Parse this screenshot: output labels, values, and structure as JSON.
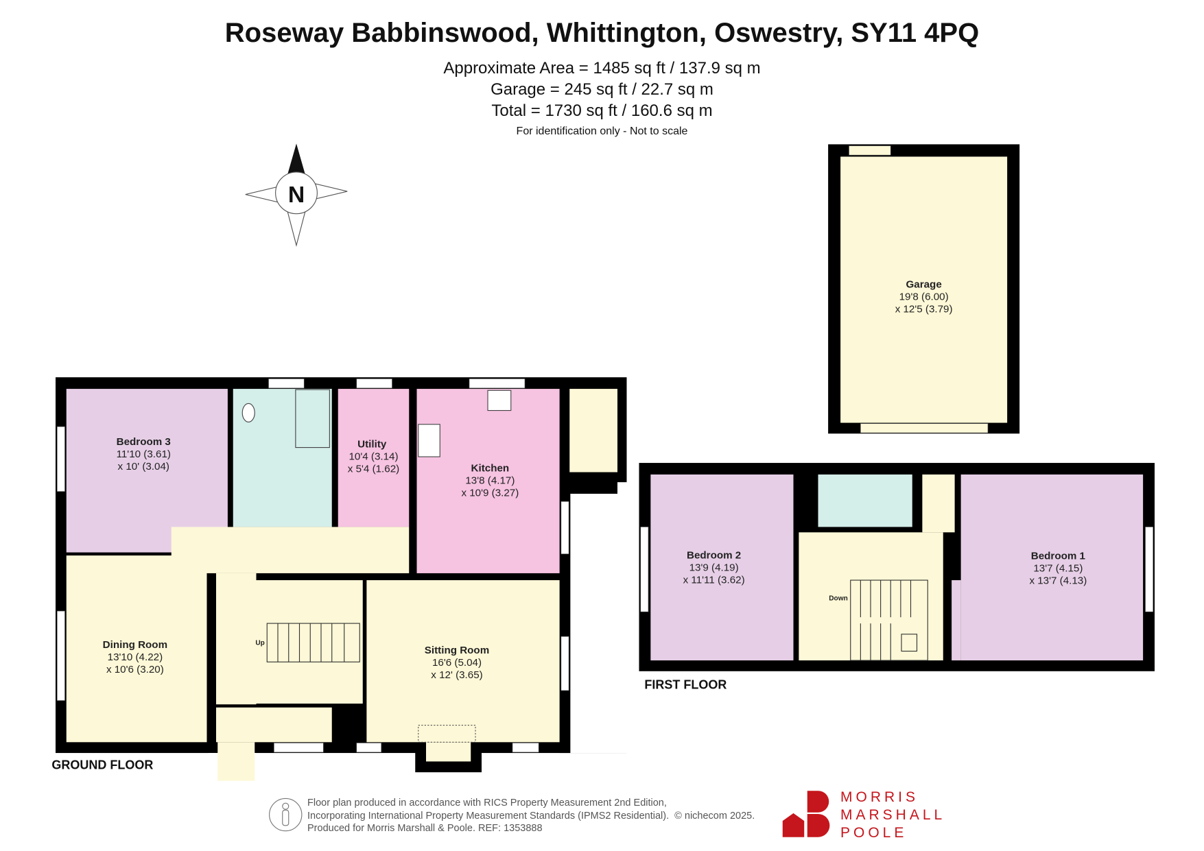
{
  "header": {
    "title": "Roseway Babbinswood, Whittington, Oswestry, SY11 4PQ",
    "area_approx": "Approximate Area = 1485 sq ft / 137.9 sq m",
    "area_garage": "Garage = 245 sq ft / 22.7 sq m",
    "area_total": "Total = 1730 sq ft / 160.6 sq m",
    "note": "For identification only - Not to scale"
  },
  "compass": {
    "label": "N"
  },
  "garage": {
    "name": "Garage",
    "dim1": "19'8 (6.00)",
    "dim2": "x 12'5 (3.79)"
  },
  "ground_floor": {
    "label": "GROUND FLOOR",
    "stairs_label": "Up",
    "rooms": [
      {
        "name": "Bedroom 3",
        "dim1": "11'10 (3.61)",
        "dim2": "x 10' (3.04)"
      },
      {
        "name": "Utility",
        "dim1": "10'4 (3.14)",
        "dim2": "x 5'4 (1.62)"
      },
      {
        "name": "Kitchen",
        "dim1": "13'8 (4.17)",
        "dim2": "x 10'9 (3.27)"
      },
      {
        "name": "Dining Room",
        "dim1": "13'10 (4.22)",
        "dim2": "x 10'6 (3.20)"
      },
      {
        "name": "Sitting Room",
        "dim1": "16'6 (5.04)",
        "dim2": "x 12' (3.65)"
      }
    ]
  },
  "first_floor": {
    "label": "FIRST FLOOR",
    "stairs_label": "Down",
    "rooms": [
      {
        "name": "Bedroom 2",
        "dim1": "13'9 (4.19)",
        "dim2": "x 11'11 (3.62)"
      },
      {
        "name": "Bedroom 1",
        "dim1": "13'7 (4.15)",
        "dim2": "x 13'7 (4.13)"
      }
    ]
  },
  "footer": {
    "line1": "Floor plan produced in accordance with RICS Property Measurement 2nd Edition,",
    "line2": "Incorporating International Property Measurement Standards (IPMS2 Residential).",
    "copyright": "© nichecom 2025.",
    "line3": "Produced for Morris Marshall & Poole.   REF: 1353888"
  },
  "logo": {
    "line1": "MORRIS",
    "line2": "MARSHALL",
    "line3": "POOLE"
  },
  "colors": {
    "bedroom": "#e6cfe6",
    "bath": "#d4eeea",
    "kitchen": "#f6c3e1",
    "cream": "#fdf8d7",
    "wall": "#000000",
    "brand": "#c4161c"
  }
}
